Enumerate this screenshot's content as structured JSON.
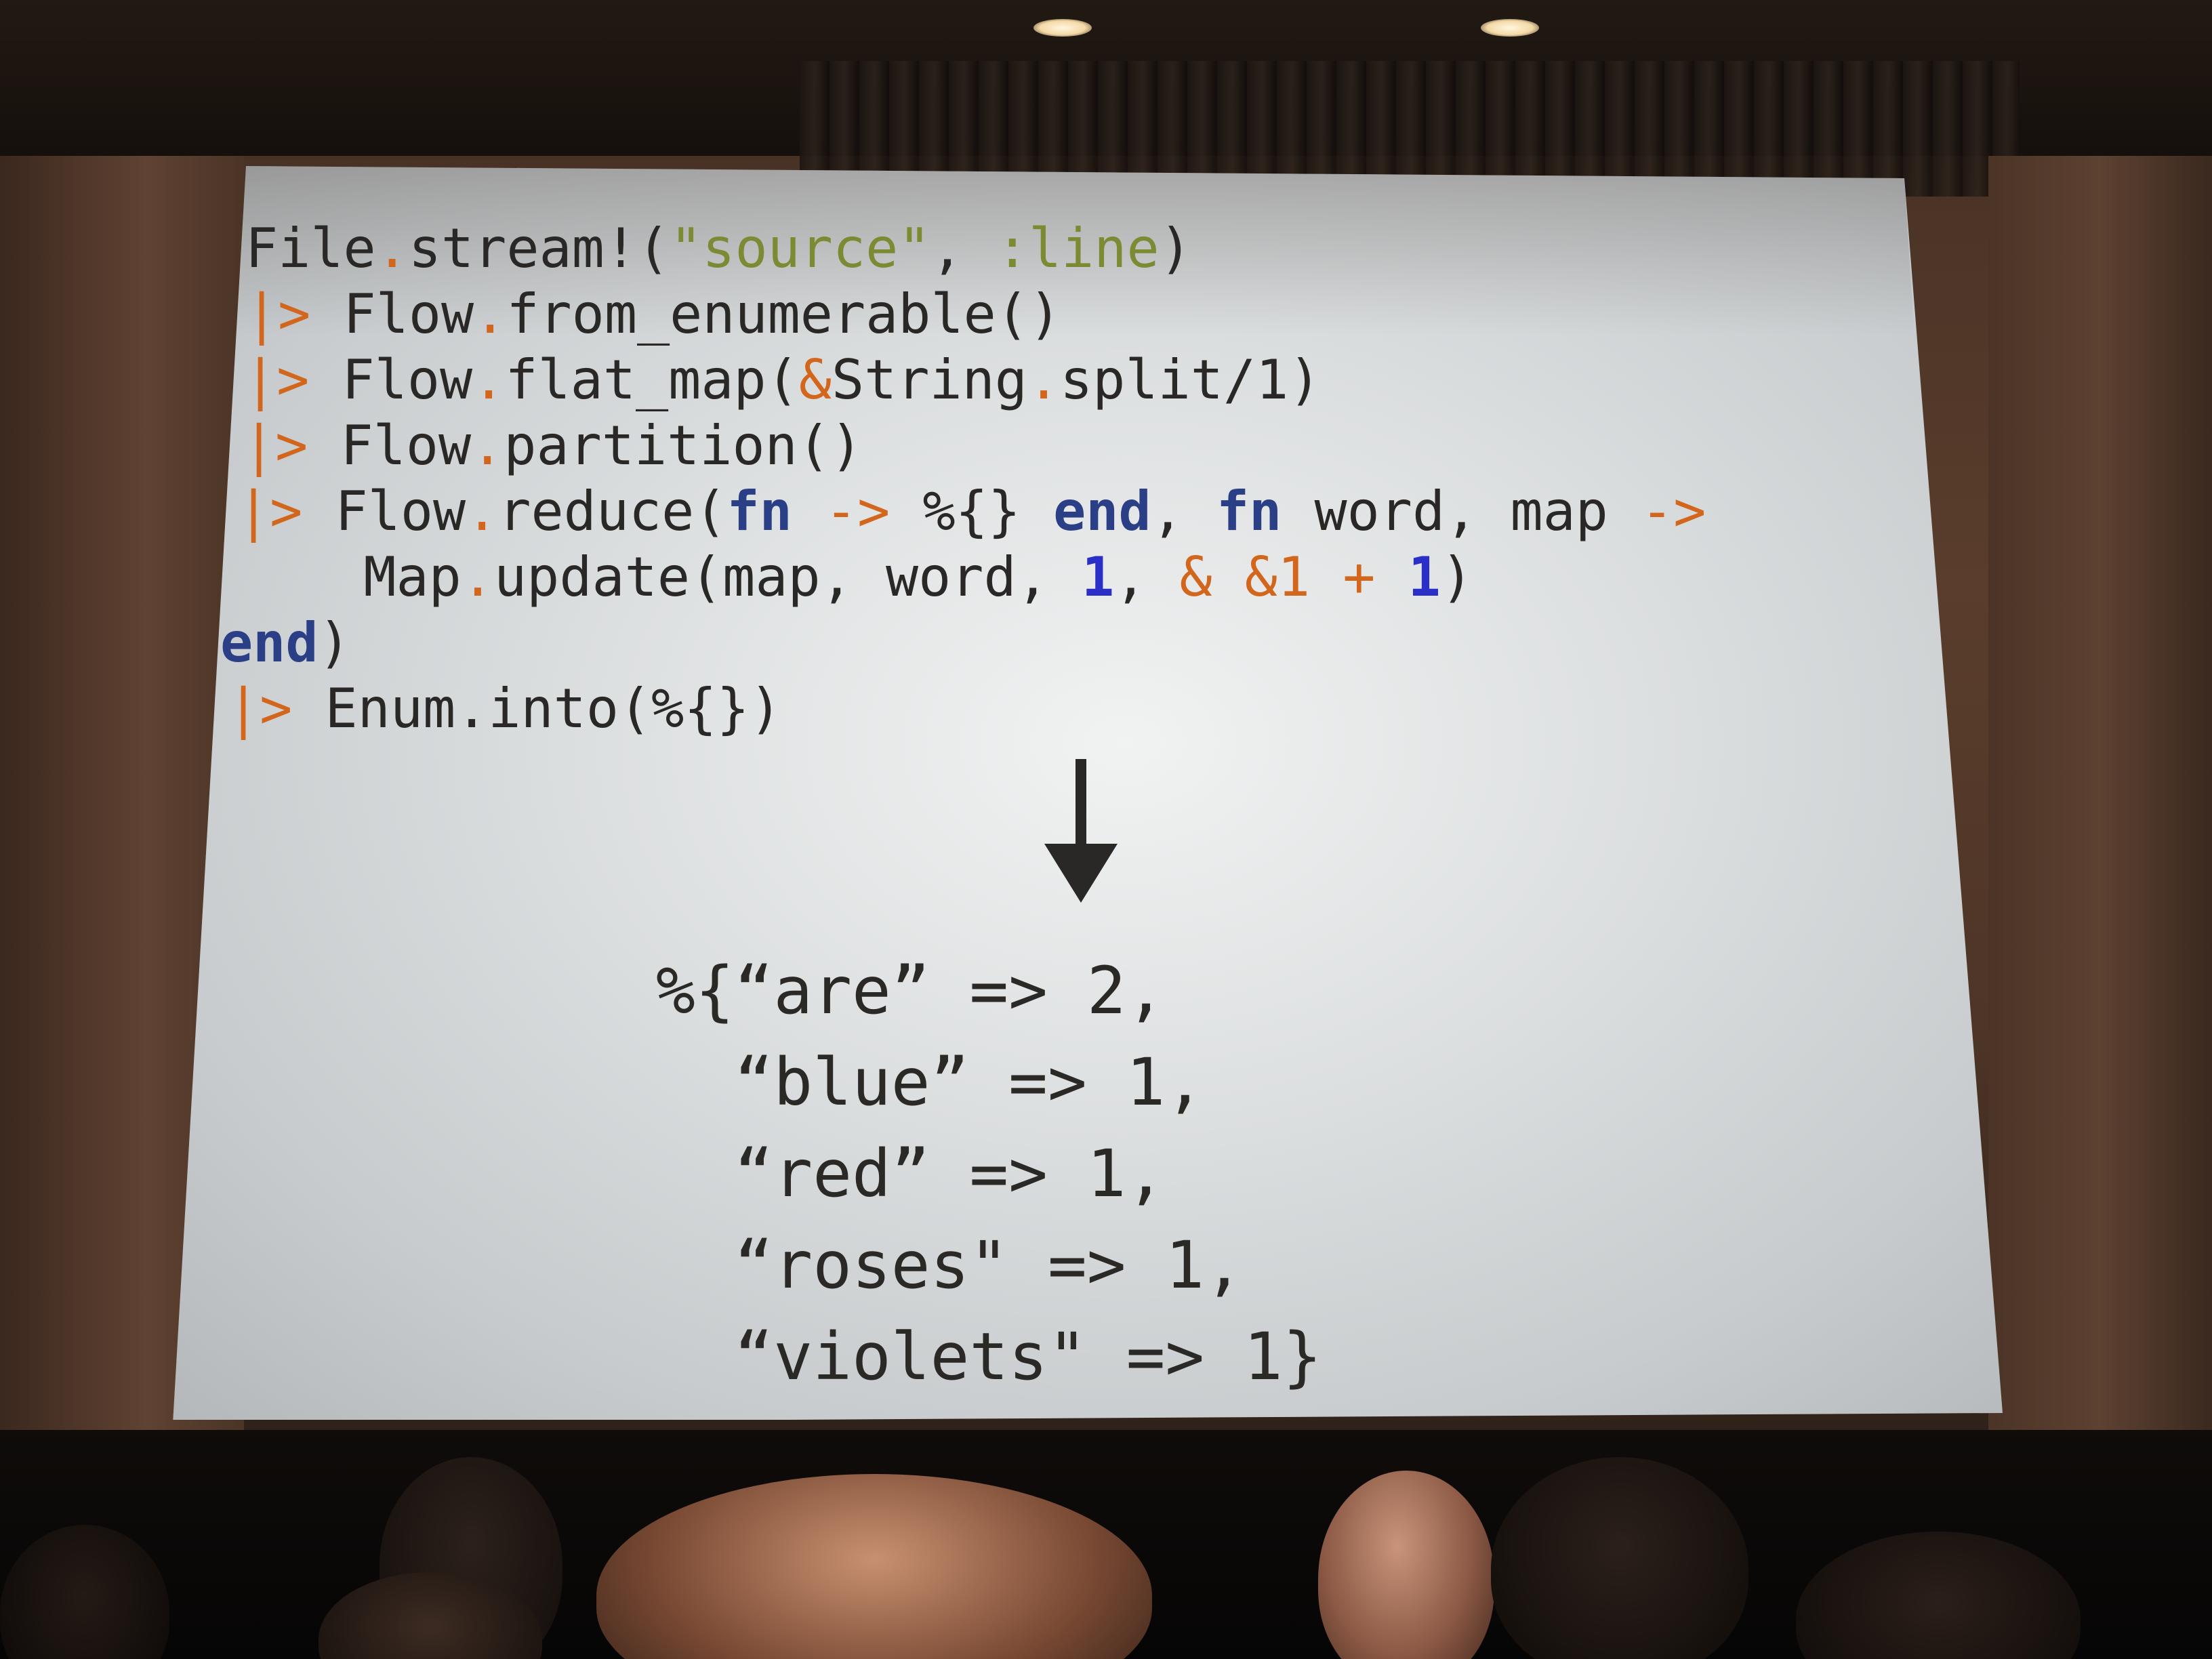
{
  "slide": {
    "code_lines": [
      {
        "tokens": [
          {
            "t": "File",
            "c": "default"
          },
          {
            "t": ".",
            "c": "orange"
          },
          {
            "t": "stream!(",
            "c": "default"
          },
          {
            "t": "\"source\"",
            "c": "green"
          },
          {
            "t": ", ",
            "c": "default"
          },
          {
            "t": ":line",
            "c": "green"
          },
          {
            "t": ")",
            "c": "default"
          }
        ]
      },
      {
        "tokens": [
          {
            "t": "|> ",
            "c": "orange"
          },
          {
            "t": "Flow",
            "c": "default"
          },
          {
            "t": ".",
            "c": "orange"
          },
          {
            "t": "from_enumerable()",
            "c": "default"
          }
        ]
      },
      {
        "tokens": [
          {
            "t": "|> ",
            "c": "orange"
          },
          {
            "t": "Flow",
            "c": "default"
          },
          {
            "t": ".",
            "c": "orange"
          },
          {
            "t": "flat_map(",
            "c": "default"
          },
          {
            "t": "&",
            "c": "orange"
          },
          {
            "t": "String",
            "c": "default"
          },
          {
            "t": ".",
            "c": "orange"
          },
          {
            "t": "split/",
            "c": "default"
          },
          {
            "t": "1",
            "c": "default"
          },
          {
            "t": ")",
            "c": "default"
          }
        ]
      },
      {
        "tokens": [
          {
            "t": "|> ",
            "c": "orange"
          },
          {
            "t": "Flow",
            "c": "default"
          },
          {
            "t": ".",
            "c": "orange"
          },
          {
            "t": "partition()",
            "c": "default"
          }
        ]
      },
      {
        "tokens": [
          {
            "t": "|> ",
            "c": "orange"
          },
          {
            "t": "Flow",
            "c": "default"
          },
          {
            "t": ".",
            "c": "orange"
          },
          {
            "t": "reduce(",
            "c": "default"
          },
          {
            "t": "fn",
            "c": "kw"
          },
          {
            "t": " ",
            "c": "default"
          },
          {
            "t": "->",
            "c": "orange"
          },
          {
            "t": " %{} ",
            "c": "default"
          },
          {
            "t": "end",
            "c": "kw"
          },
          {
            "t": ", ",
            "c": "default"
          },
          {
            "t": "fn",
            "c": "kw"
          },
          {
            "t": " word, map ",
            "c": "default"
          },
          {
            "t": "->",
            "c": "orange"
          }
        ]
      },
      {
        "tokens": [
          {
            "t": "  Map",
            "c": "default"
          },
          {
            "t": ".",
            "c": "orange"
          },
          {
            "t": "update(map, word, ",
            "c": "default"
          },
          {
            "t": "1",
            "c": "blue"
          },
          {
            "t": ", ",
            "c": "default"
          },
          {
            "t": "&",
            "c": "orange"
          },
          {
            "t": " ",
            "c": "default"
          },
          {
            "t": "&1",
            "c": "orange"
          },
          {
            "t": " ",
            "c": "default"
          },
          {
            "t": "+",
            "c": "orange"
          },
          {
            "t": " ",
            "c": "default"
          },
          {
            "t": "1",
            "c": "blue"
          },
          {
            "t": ")",
            "c": "default"
          }
        ]
      },
      {
        "tokens": [
          {
            "t": "end",
            "c": "kw"
          },
          {
            "t": ")",
            "c": "default"
          }
        ]
      },
      {
        "tokens": [
          {
            "t": "|> ",
            "c": "orange"
          },
          {
            "t": "Enum",
            "c": "default"
          },
          {
            "t": ".",
            "c": "default"
          },
          {
            "t": "into(%{})",
            "c": "default"
          }
        ]
      }
    ],
    "result_lines": [
      "%{“are” => 2,",
      "  “blue” => 1,",
      "  “red” => 1,",
      "  “roses\" => 1,",
      "  “violets\" => 1}"
    ],
    "colors": {
      "default": "#2a2826",
      "orange": "#d3661d",
      "green": "#7c8a33",
      "kw": "#2b3f86",
      "blue": "#2a2fc8"
    },
    "arrow_icon": "down-arrow-icon"
  }
}
